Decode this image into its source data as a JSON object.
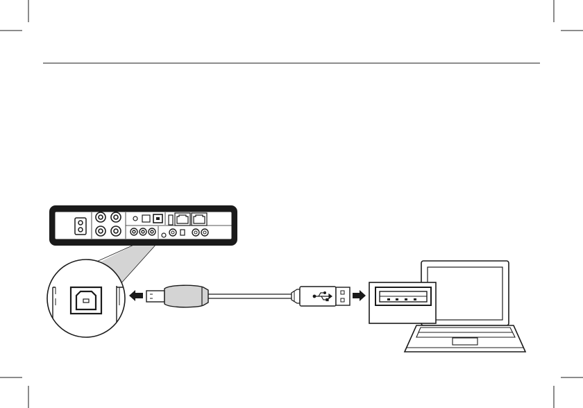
{
  "page": {
    "background": "#ffffff",
    "ink": "#1a1a1a",
    "highlight": "#d4d4d4"
  },
  "diagram": {
    "receiver_device": "receiver-rear-panel",
    "computer_device": "laptop",
    "cable": "usb-a-to-usb-b-cable",
    "connector_left": "usb-b-plug",
    "connector_right": "usb-a-plug",
    "port_left": "usb-b-port",
    "port_right": "usb-a-port",
    "usb_symbol": "usb-trident-icon",
    "arrow_left": "arrow-left-icon",
    "arrow_right": "arrow-right-icon"
  }
}
